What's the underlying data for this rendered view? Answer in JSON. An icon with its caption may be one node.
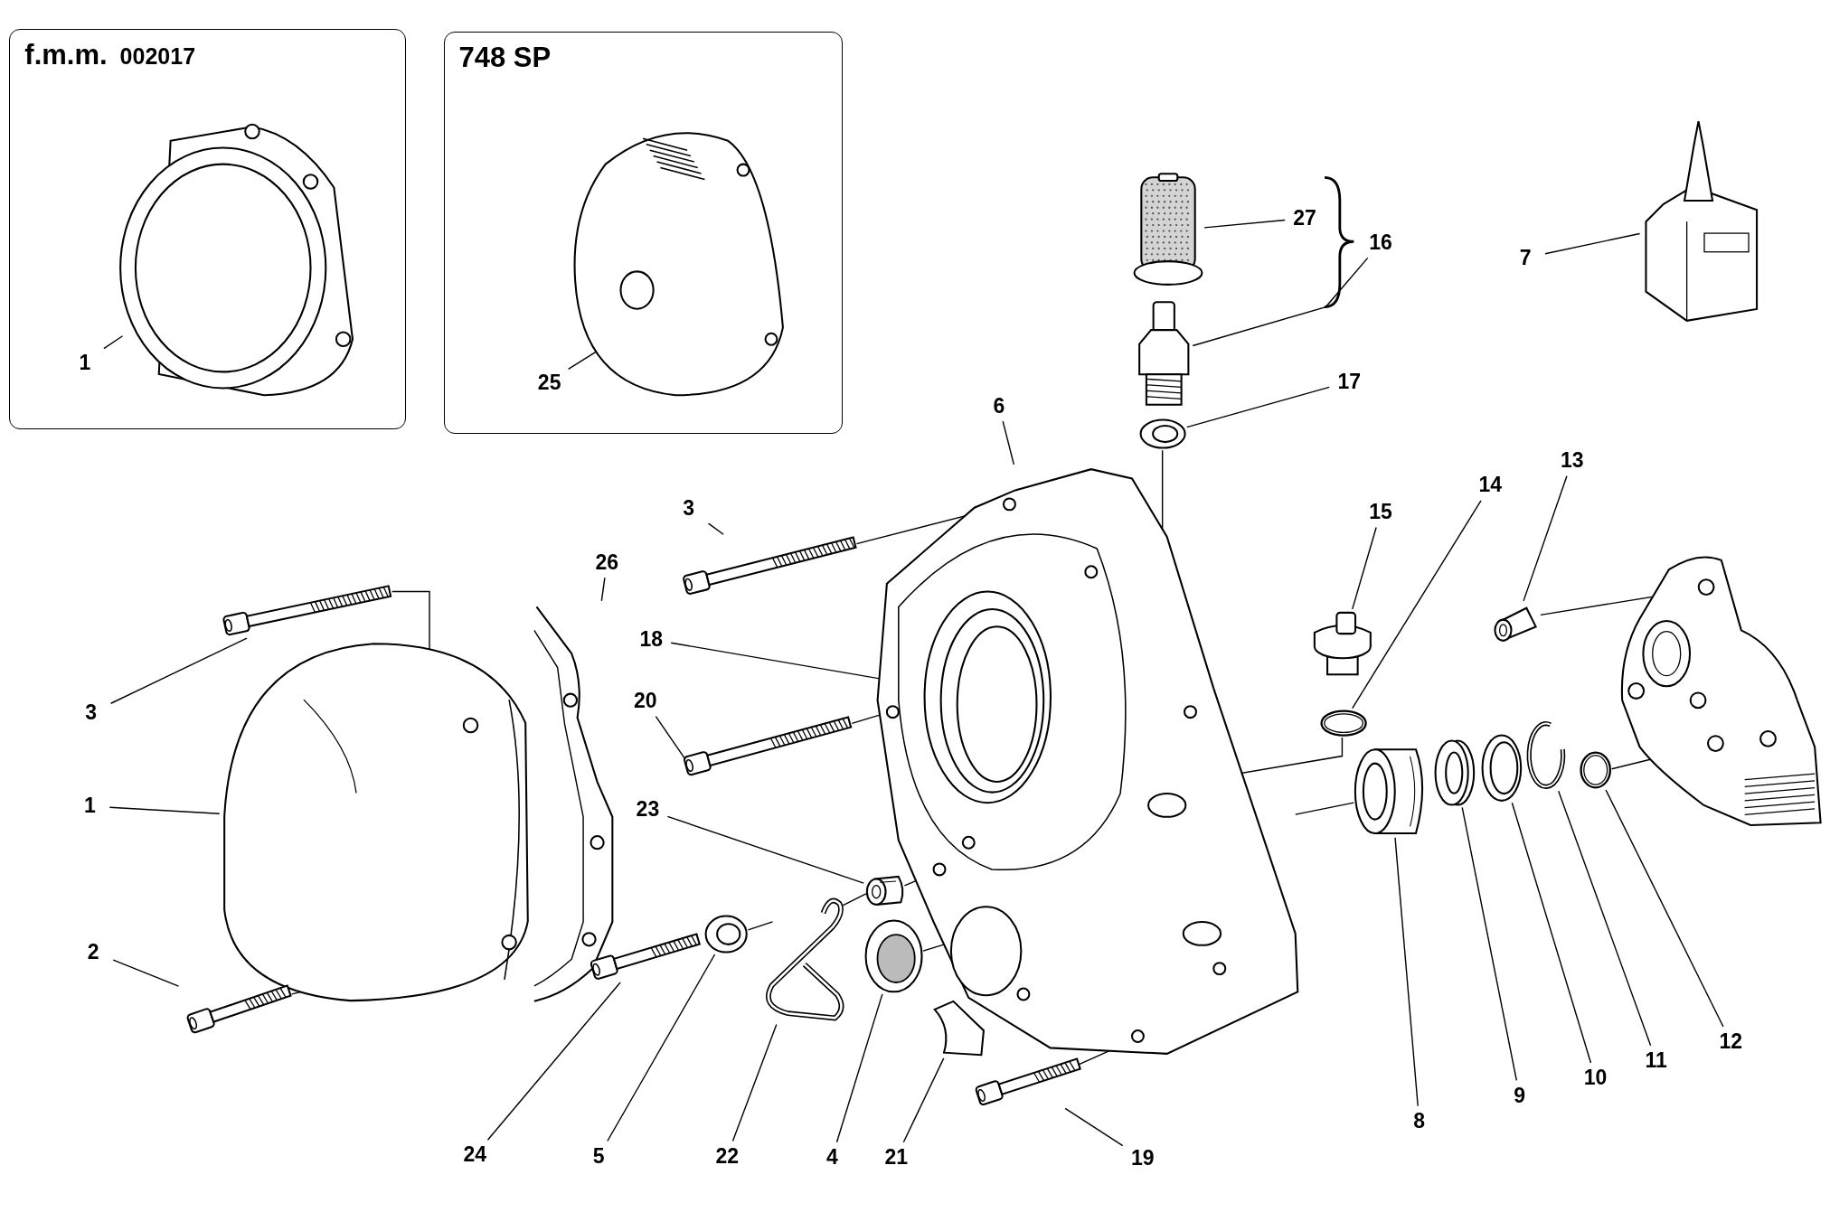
{
  "diagram": {
    "nodes": [
      {
        "text": [
          "f.m.m.",
          "002017"
        ]
      },
      {
        "text": [],
        "shape": "picture",
        "in": 0
      },
      {
        "text": [
          "1"
        ],
        "in": 0
      },
      {
        "text": [
          "748 SP"
        ]
      },
      {
        "text": [],
        "shape": "picture",
        "in": 3
      },
      {
        "text": [
          "25"
        ],
        "in": 3
      },
      {
        "text": [
          "27"
        ]
      },
      {
        "text": [
          "16"
        ]
      },
      {
        "text": [
          "7"
        ]
      },
      {
        "text": [],
        "shape": "picture"
      },
      {
        "text": [],
        "shape": "picture"
      },
      {
        "text": [],
        "shape": "picture"
      },
      {
        "text": [
          "17"
        ]
      },
      {
        "text": [],
        "shape": "picture"
      },
      {
        "text": [
          "6"
        ]
      },
      {
        "text": [],
        "shape": "picture"
      },
      {
        "text": [],
        "shape": "picture",
        "in": 15
      },
      {
        "text": [
          "13"
        ]
      },
      {
        "text": [
          "14"
        ]
      },
      {
        "text": [
          "15"
        ]
      },
      {
        "text": [
          "3"
        ]
      },
      {
        "text": [],
        "shape": "picture"
      },
      {
        "text": [
          "26"
        ]
      },
      {
        "text": [],
        "shape": "picture"
      },
      {
        "text": [
          "18"
        ]
      },
      {
        "text": [],
        "shape": "picture"
      },
      {
        "text": [],
        "shape": "picture"
      },
      {
        "text": [
          "20"
        ]
      },
      {
        "text": [],
        "shape": "picture"
      },
      {
        "text": [
          "3"
        ]
      },
      {
        "text": [],
        "shape": "picture"
      },
      {
        "text": [],
        "shape": "picture"
      },
      {
        "text": [
          "1"
        ]
      },
      {
        "text": [],
        "shape": "picture"
      },
      {
        "text": [
          "23"
        ]
      },
      {
        "text": [],
        "shape": "picture"
      },
      {
        "text": [],
        "shape": "picture"
      },
      {
        "text": [],
        "shape": "picture"
      },
      {
        "text": [],
        "shape": "picture"
      },
      {
        "text": [],
        "shape": "picture"
      },
      {
        "text": [],
        "shape": "picture"
      },
      {
        "text": [
          "2"
        ]
      },
      {
        "text": [],
        "shape": "picture"
      },
      {
        "text": [],
        "shape": "picture"
      },
      {
        "text": [],
        "shape": "picture"
      },
      {
        "text": [],
        "shape": "picture"
      },
      {
        "text": [],
        "shape": "picture"
      },
      {
        "text": [],
        "shape": "picture"
      },
      {
        "text": [],
        "shape": "picture"
      },
      {
        "text": [
          "12"
        ]
      },
      {
        "text": [
          "11"
        ]
      },
      {
        "text": [
          "10"
        ]
      },
      {
        "text": [
          "9"
        ]
      },
      {
        "text": [
          "8"
        ]
      },
      {
        "text": [
          "24"
        ]
      },
      {
        "text": [
          "5"
        ]
      },
      {
        "text": [
          "22"
        ]
      },
      {
        "text": [
          "4"
        ]
      },
      {
        "text": [
          "21"
        ]
      },
      {
        "text": [
          "19"
        ]
      },
      {
        "text": [],
        "shape": "picture"
      }
    ],
    "edges": [
      {
        "from": 2,
        "to": 1,
        "arrow": "none"
      },
      {
        "from": 5,
        "to": 4,
        "arrow": "none"
      },
      {
        "from": 6,
        "to": 9,
        "arrow": "none"
      },
      {
        "from": 7,
        "to": 11,
        "arrow": "none"
      },
      {
        "from": 8,
        "to": 10,
        "arrow": "none"
      },
      {
        "from": 12,
        "to": 13,
        "arrow": "none"
      },
      {
        "from": 14,
        "to": 15,
        "arrow": "none"
      },
      {
        "from": 17,
        "to": 26,
        "arrow": "none"
      },
      {
        "from": 18,
        "to": 31,
        "arrow": "none"
      },
      {
        "from": 19,
        "to": 25,
        "arrow": "none"
      },
      {
        "from": 20,
        "to": 21,
        "arrow": "none"
      },
      {
        "from": 22,
        "to": 23,
        "arrow": "none"
      },
      {
        "from": 24,
        "to": 16,
        "arrow": "none"
      },
      {
        "from": 27,
        "to": 28,
        "arrow": "none"
      },
      {
        "from": 29,
        "to": 30,
        "arrow": "none"
      },
      {
        "from": 32,
        "to": 33,
        "arrow": "none"
      },
      {
        "from": 34,
        "to": 35,
        "arrow": "none"
      },
      {
        "from": 41,
        "to": 42,
        "arrow": "none"
      },
      {
        "from": 49,
        "to": 40,
        "arrow": "none"
      },
      {
        "from": 50,
        "to": 39,
        "arrow": "none"
      },
      {
        "from": 51,
        "to": 38,
        "arrow": "none"
      },
      {
        "from": 52,
        "to": 37,
        "arrow": "none"
      },
      {
        "from": 53,
        "to": 36,
        "arrow": "none"
      },
      {
        "from": 54,
        "to": 43,
        "arrow": "none"
      },
      {
        "from": 55,
        "to": 44,
        "arrow": "none"
      },
      {
        "from": 56,
        "to": 45,
        "arrow": "none"
      },
      {
        "from": 57,
        "to": 46,
        "arrow": "none"
      },
      {
        "from": 58,
        "to": 47,
        "arrow": "none"
      },
      {
        "from": 59,
        "to": 48,
        "arrow": "none"
      },
      {
        "from": 30,
        "to": 33,
        "arrow": "none"
      },
      {
        "from": 42,
        "to": 33,
        "arrow": "none"
      },
      {
        "from": 21,
        "to": 15,
        "arrow": "none"
      },
      {
        "from": 28,
        "to": 15,
        "arrow": "none"
      },
      {
        "from": 13,
        "to": 15,
        "arrow": "none"
      },
      {
        "from": 31,
        "to": 15,
        "arrow": "none"
      },
      {
        "from": 36,
        "to": 15,
        "arrow": "none"
      },
      {
        "from": 26,
        "to": 60,
        "arrow": "none"
      },
      {
        "from": 40,
        "to": 60,
        "arrow": "none"
      },
      {
        "from": 45,
        "to": 35,
        "arrow": "none"
      },
      {
        "from": 35,
        "to": 15,
        "arrow": "none"
      },
      {
        "from": 46,
        "to": 15,
        "arrow": "none"
      },
      {
        "from": 48,
        "to": 15,
        "arrow": "none"
      },
      {
        "from": 44,
        "to": 45,
        "arrow": "none"
      }
    ]
  }
}
